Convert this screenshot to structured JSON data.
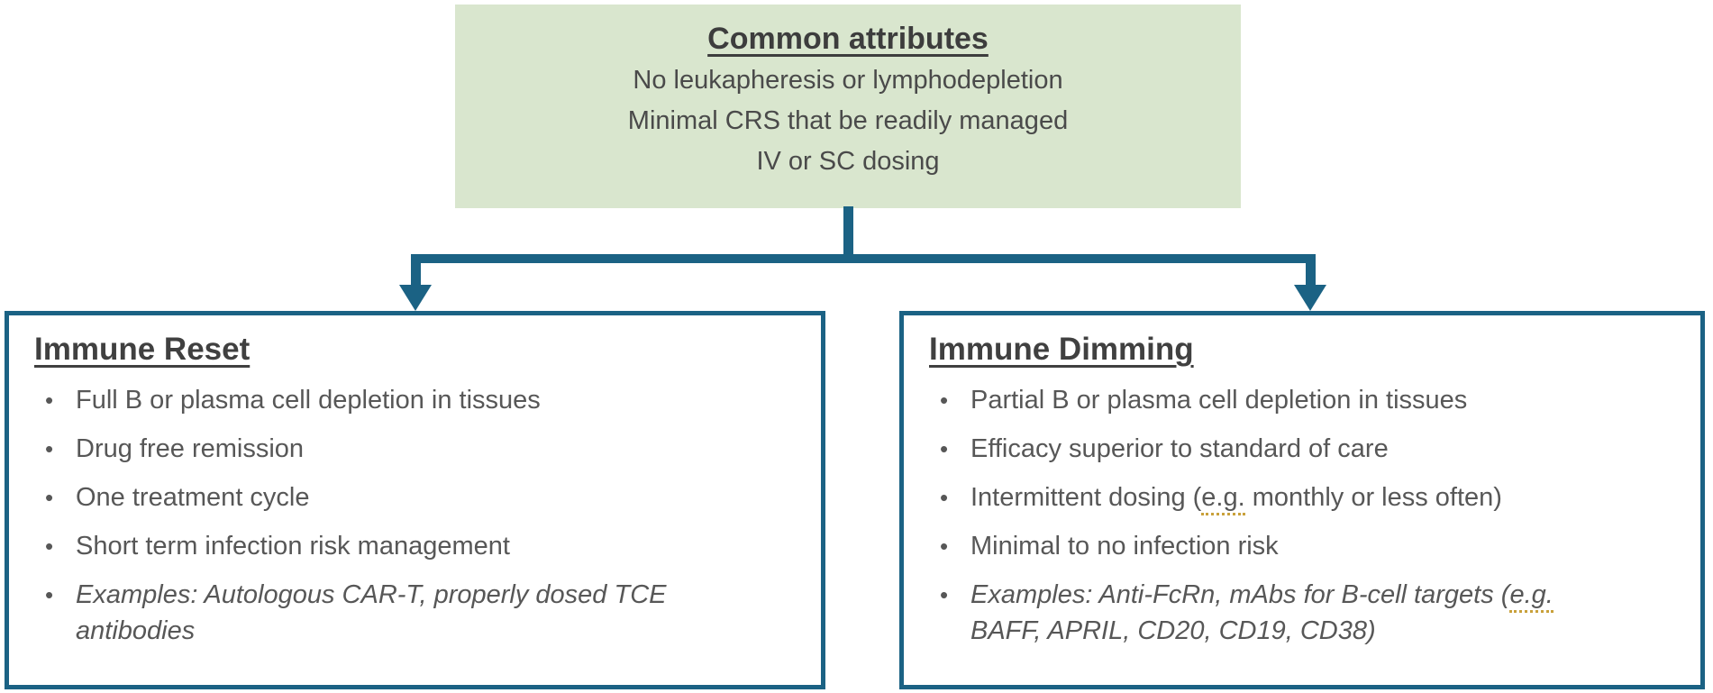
{
  "colors": {
    "green_box_fill": "#d9e6ce",
    "connector_teal": "#1b6284",
    "heading_text": "#404040",
    "body_text": "#575757",
    "spellcheck_underline_gold": "#c9a13b"
  },
  "bullet_marker": "•",
  "common_box": {
    "title": "Common attributes",
    "lines": [
      "No leukapheresis or lymphodepletion",
      "Minimal CRS that be readily managed",
      "IV or SC dosing"
    ]
  },
  "left_box": {
    "title": "Immune Reset",
    "bullets": [
      "Full B or plasma cell depletion in tissues",
      "Drug free remission",
      "One treatment cycle",
      "Short term infection risk management",
      "Examples: Autologous CAR-T, properly dosed TCE\nantibodies"
    ]
  },
  "right_box": {
    "title": "Immune Dimming",
    "bullets": [
      "Partial B or plasma cell depletion in tissues",
      "Efficacy superior to standard of care",
      "Intermittent dosing (e.g. monthly or less often)",
      "Minimal to no infection risk",
      "Examples: Anti-FcRn, mAbs for B-cell targets (e.g.\nBAFF, APRIL, CD20, CD19, CD38)"
    ]
  }
}
